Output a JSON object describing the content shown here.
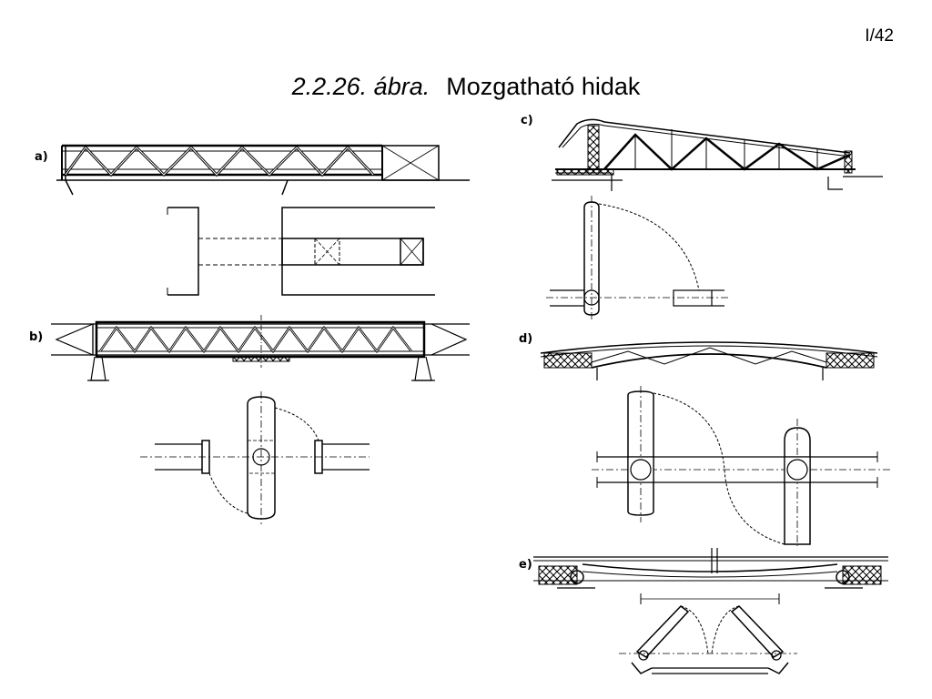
{
  "page_number": "I/42",
  "title": {
    "number": "2.2.26. ábra.",
    "text": "Mozgatható hidak"
  },
  "figures": [
    {
      "label": "a)"
    },
    {
      "label": "b)"
    },
    {
      "label": "c)"
    },
    {
      "label": "d)"
    },
    {
      "label": "e)"
    }
  ]
}
